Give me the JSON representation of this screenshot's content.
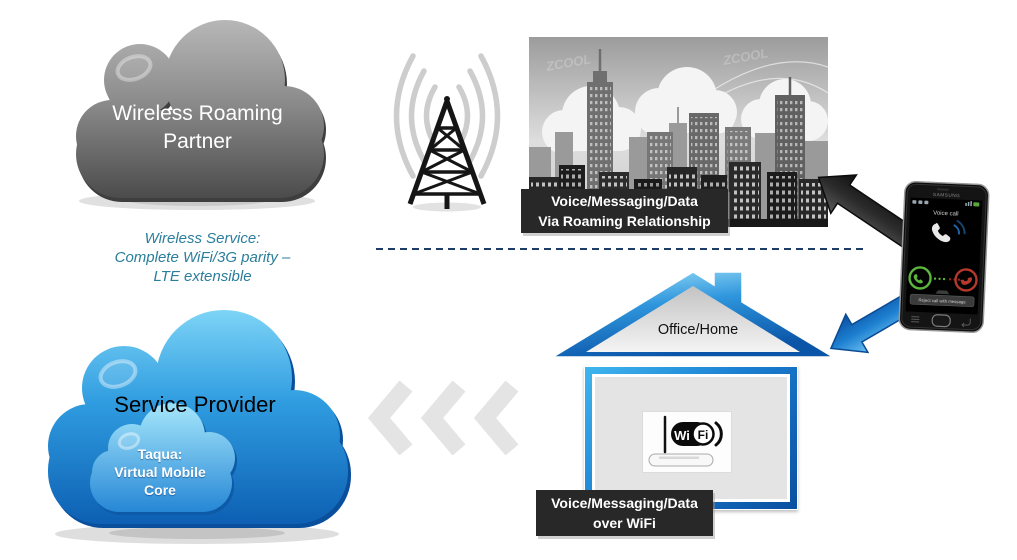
{
  "clouds": {
    "roaming": {
      "line1": "Wireless Roaming",
      "line2": "Partner"
    },
    "provider": {
      "label": "Service Provider",
      "core": {
        "line1": "Taqua:",
        "line2": "Virtual Mobile",
        "line3": "Core"
      }
    }
  },
  "note": {
    "line1": "Wireless Service:",
    "line2": "Complete WiFi/3G parity –",
    "line3": "LTE extensible"
  },
  "labels": {
    "roaming": {
      "line1": "Voice/Messaging/Data",
      "line2": "Via Roaming Relationship"
    },
    "wifi": {
      "line1": "Voice/Messaging/Data",
      "line2": "over WiFi"
    }
  },
  "house": {
    "label": "Office/Home"
  },
  "router": {
    "logo_wi": "Wi",
    "logo_fi": "Fi"
  },
  "phone": {
    "brand": "SAMSUNG",
    "screen_title": "Voice call",
    "reject_button": "Reject call with message"
  },
  "city": {
    "watermark": "ZCOOL"
  },
  "colors": {
    "teal_text": "#2b7e9b",
    "label_bg": "#282828",
    "divider_navy": "#1c3d66",
    "arrow_blue": "#1376c8",
    "arrow_dark": "#2f2f2f",
    "cloud_blue": "#1b7fd2",
    "cloud_gray": "#8b8b8b",
    "chevron_gray": "#e4e4e4"
  }
}
